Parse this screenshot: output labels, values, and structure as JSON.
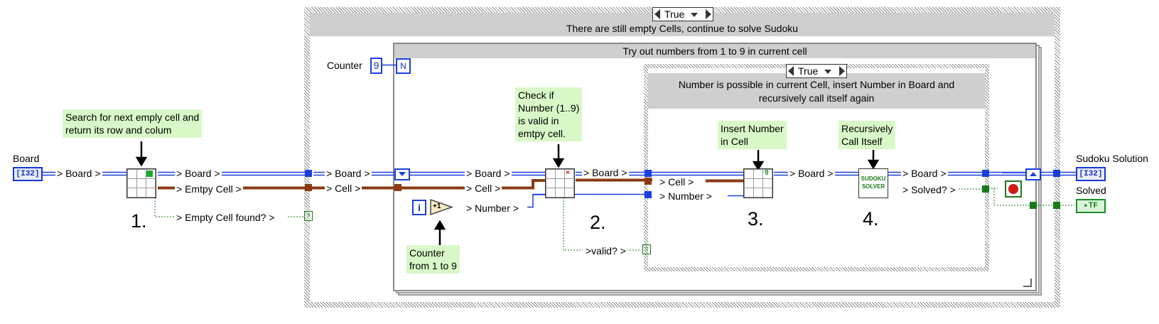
{
  "outer_case": {
    "selector_value": "True",
    "header": "There are still empty Cells, continue to solve Sudoku"
  },
  "for_loop": {
    "header": "Try out numbers from 1 to 9 in current cell",
    "counter_label": "Counter",
    "counter_value": "9",
    "n_terminal": "N",
    "i_terminal": "i",
    "increment_label": "+1"
  },
  "inner_case": {
    "selector_value": "True",
    "header_line1": "Number is possible in current Cell, insert Number in Board and",
    "header_line2": "recursively call itself again"
  },
  "controls": {
    "board_label": "Board",
    "board_type": "I32",
    "solution_label": "Sudoku Solution",
    "solution_type": "I32",
    "solved_label": "Solved",
    "solved_type": "TF"
  },
  "wire_labels": {
    "board_1": "> Board >",
    "board_2": "> Board >",
    "empty_cell": "> Emtpy Cell >",
    "empty_cell_found": "> Empty Cell found? >",
    "board_3": "> Board >",
    "cell_1": "> Cell >",
    "board_4": "> Board >",
    "cell_2": "> Cell >",
    "number_1": "> Number >",
    "board_5": "> Board >",
    "cell_3": "> Cell >",
    "number_2": "> Number >",
    "valid": ">valid? >",
    "board_6": "> Board >",
    "board_7": "> Board >",
    "solved": "> Solved? >"
  },
  "notes": {
    "search_line1": "Search for next emply cell and",
    "search_line2": "return its row and colum",
    "check_line1": "Check if",
    "check_line2": "Number (1..9)",
    "check_line3": "is valid in",
    "check_line4": "emtpy cell.",
    "insert_line1": "Insert Number",
    "insert_line2": "in Cell",
    "recursive_line1": "Recursively",
    "recursive_line2": "Call Itself",
    "counter_line1": "Counter",
    "counter_line2": "from 1 to 9"
  },
  "step_numbers": [
    "1.",
    "2.",
    "3.",
    "4."
  ],
  "subvi_labels": {
    "solver_line1": "SUDOKU",
    "solver_line2": "SOLVER"
  },
  "colors": {
    "board_wire": "#1a3fe0",
    "cell_wire": "#8b3a12",
    "boolean_wire": "#1a7a1a",
    "note_background": "#d8f8c8",
    "header_gray": "#cfcfcf"
  }
}
